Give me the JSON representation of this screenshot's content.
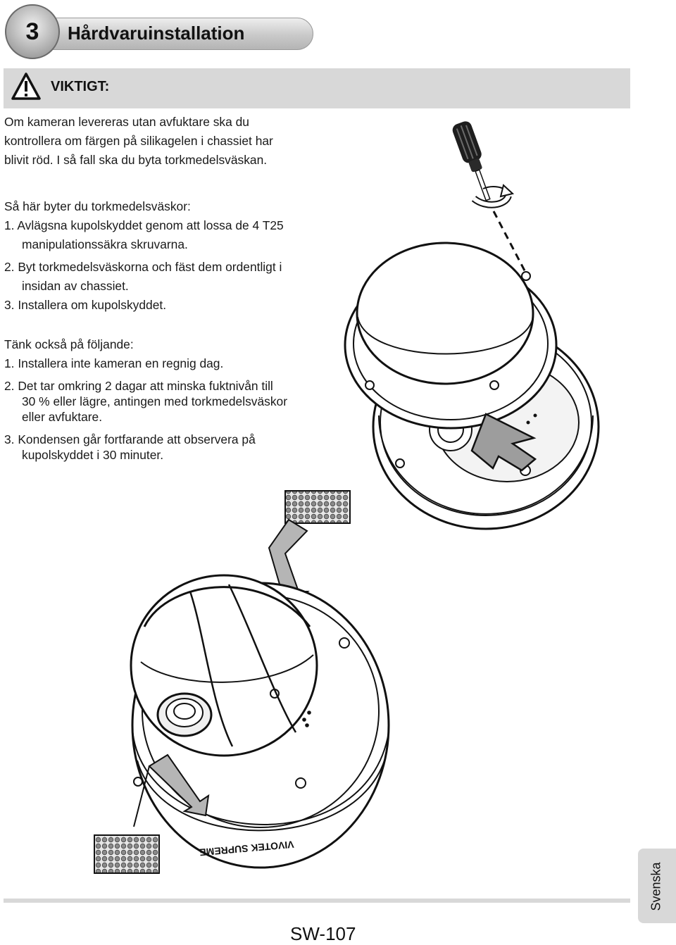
{
  "header": {
    "section_number": "3",
    "title": "Hårdvaruinstallation"
  },
  "warning": {
    "label": "VIKTIGT:",
    "icon": "warning-triangle-icon"
  },
  "intro": {
    "lines": [
      "Om kameran levereras utan avfuktare ska du",
      "kontrollera om färgen på silikagelen i chassiet har",
      "blivit röd. I så fall ska du byta torkmedelsväskan."
    ]
  },
  "steps": {
    "heading": "Så här byter du torkmedelsväskor:",
    "items": [
      [
        "1. Avlägsna kupolskyddet genom att lossa de 4 T25",
        "manipulationssäkra skruvarna."
      ],
      [
        "2. Byt torkmedelsväskorna och fäst dem ordentligt i",
        "insidan av chassiet."
      ],
      [
        "3. Installera om kupolskyddet."
      ]
    ]
  },
  "notes": {
    "heading": "Tänk också på följande:",
    "items": [
      [
        "1. Installera inte kameran en regnig dag."
      ],
      [
        "2. Det tar omkring 2 dagar att minska fuktnivån till",
        "30 % eller lägre, antingen med torkmedelsväskor",
        "eller avfuktare."
      ],
      [
        "3. Kondensen går fortfarande att observera på",
        "kupolskyddet i 30 minuter."
      ]
    ]
  },
  "illustration": {
    "brand_text": "VIVOTEK SUPREME",
    "icons": [
      "screwdriver-icon",
      "rotate-arrow-icon",
      "desiccant-bag-icon",
      "insert-arrow-icon"
    ]
  },
  "footer": {
    "language": "Svenska",
    "page_number": "SW-107"
  },
  "colors": {
    "warning_bg": "#d8d8d8",
    "header_gradient_top": "#eeeeee",
    "header_gradient_bottom": "#b5b5b5",
    "text": "#1a1a1a"
  }
}
